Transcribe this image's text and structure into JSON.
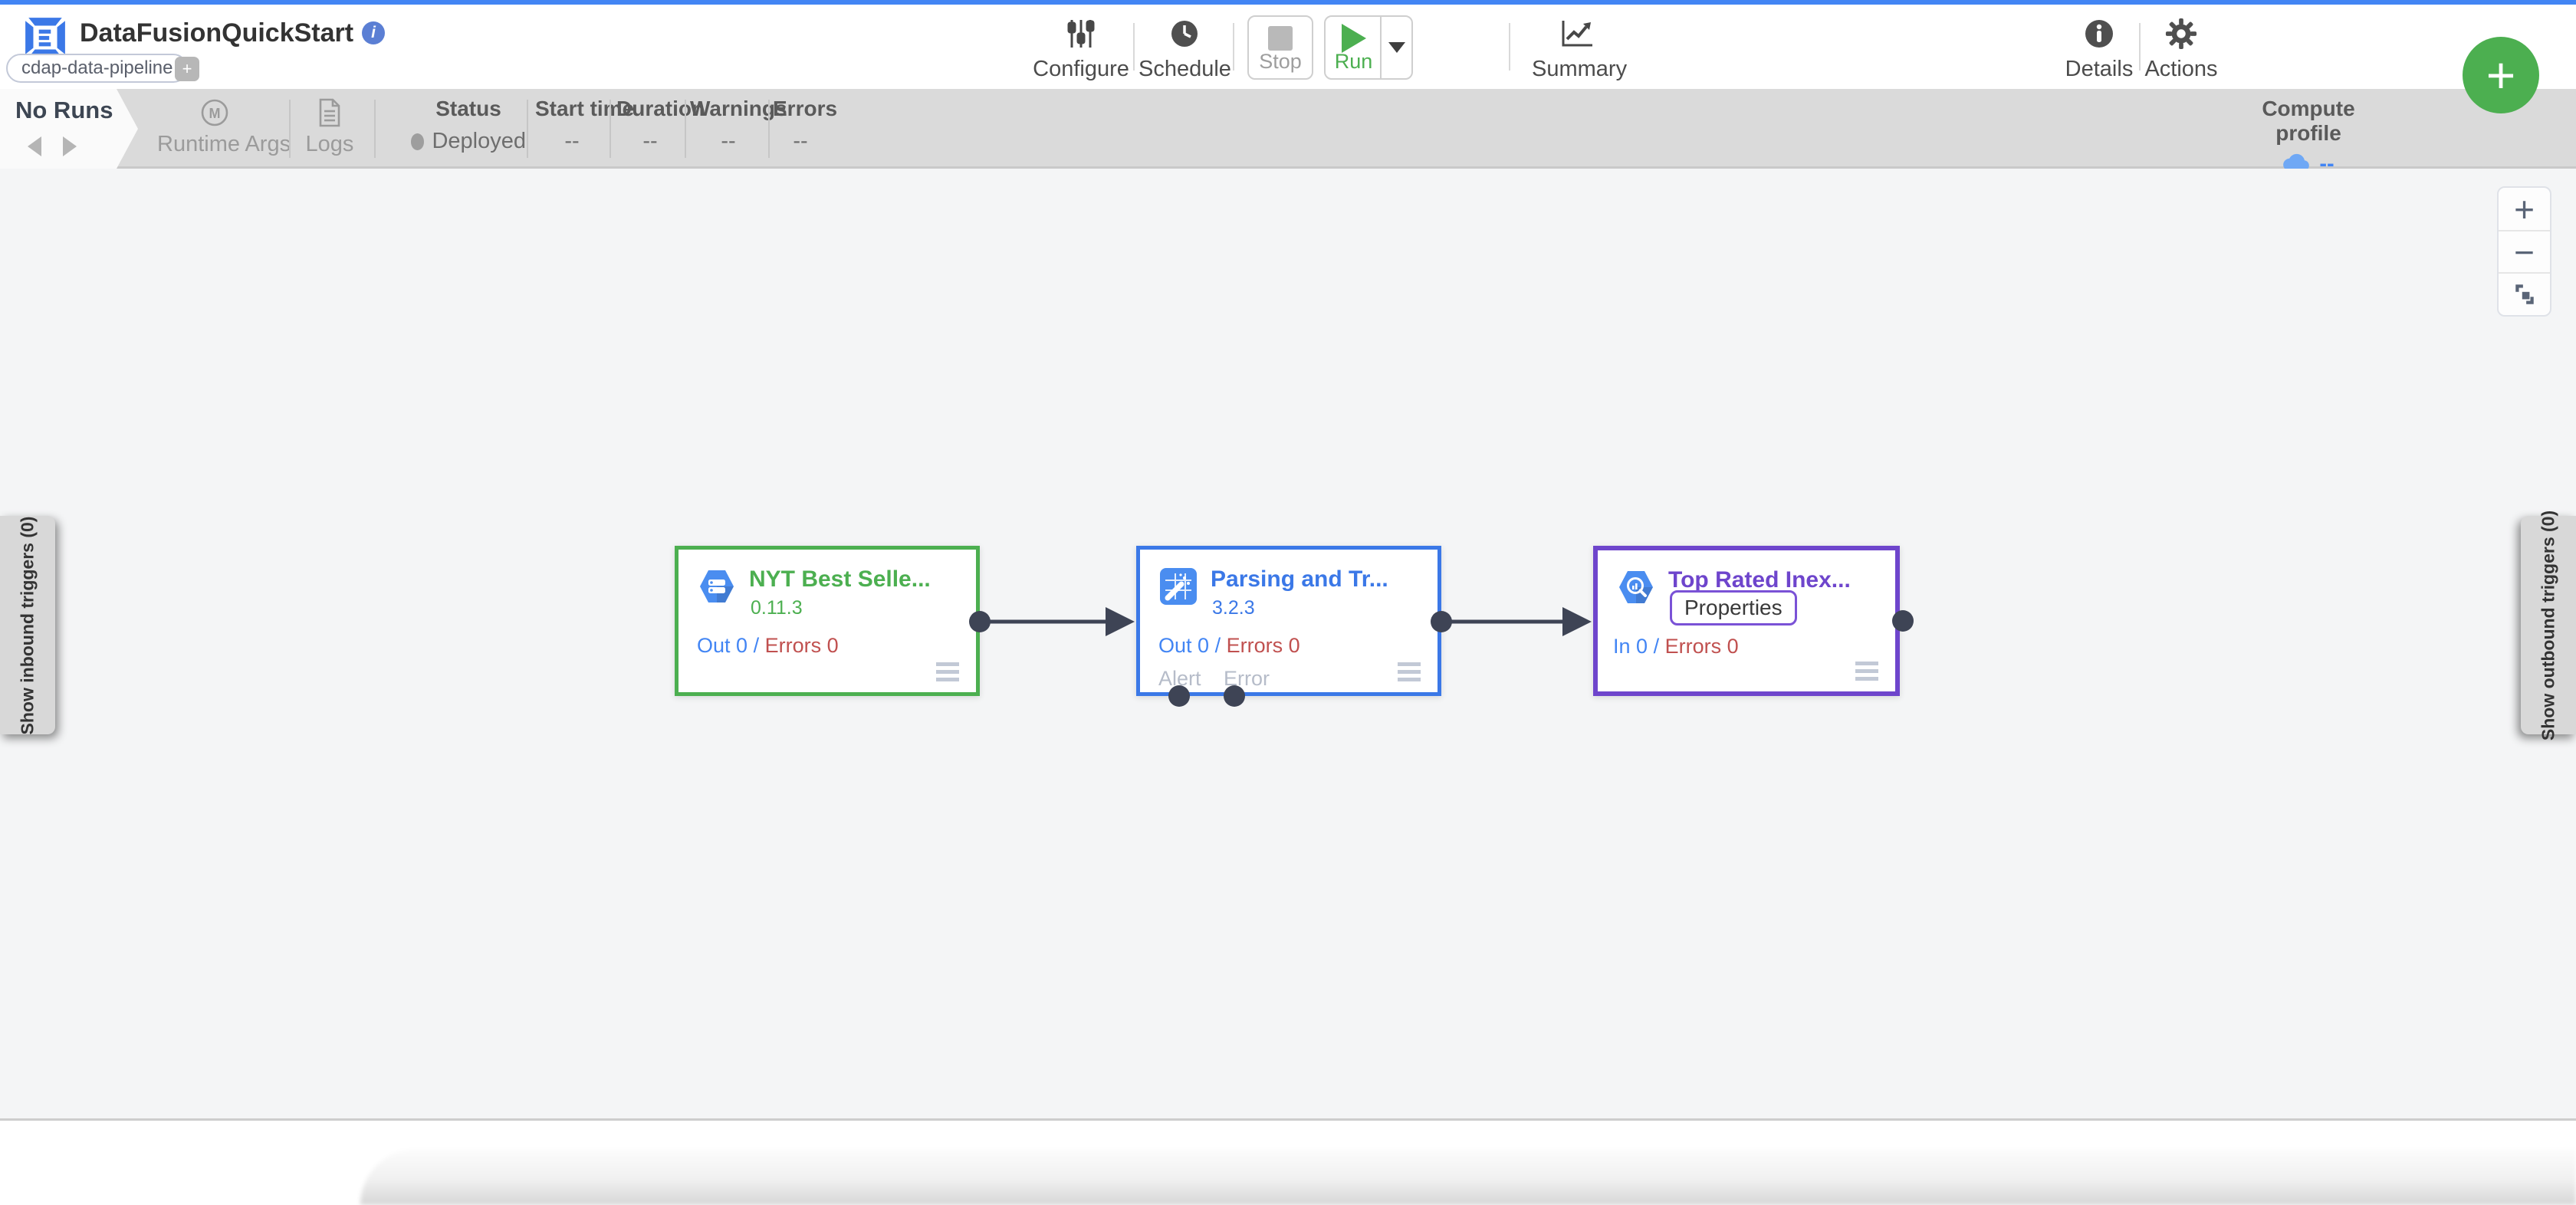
{
  "header": {
    "title": "DataFusionQuickStart",
    "tag": "cdap-data-pipeline",
    "add_tag_label": "+",
    "configure_label": "Configure",
    "schedule_label": "Schedule",
    "stop_label": "Stop",
    "run_label": "Run",
    "summary_label": "Summary",
    "details_label": "Details",
    "actions_label": "Actions",
    "fab_label": "+"
  },
  "run_bar": {
    "no_runs_label": "No Runs",
    "runtime_args_label": "Runtime Args",
    "logs_label": "Logs",
    "columns": [
      {
        "label": "Status",
        "value": "Deployed"
      },
      {
        "label": "Start time",
        "value": "--"
      },
      {
        "label": "Duration",
        "value": "--"
      },
      {
        "label": "Warnings",
        "value": "--"
      },
      {
        "label": "Errors",
        "value": "--"
      }
    ],
    "compute_profile": {
      "label": "Compute profile",
      "value": "--"
    }
  },
  "canvas": {
    "left_tab_label": "Show inbound triggers (0)",
    "right_tab_label": "Show outbound triggers (0)",
    "zoom_in_label": "+",
    "zoom_out_label": "−",
    "nodes": [
      {
        "name": "NYT Best Selle...",
        "version": "0.11.3",
        "metric_left": "Out 0",
        "metric_sep": "/",
        "metric_right": "Errors 0",
        "color": "#4caf50",
        "icon": "gcs-source-hexagon"
      },
      {
        "name": "Parsing and Tr...",
        "version": "3.2.3",
        "metric_left": "Out 0",
        "metric_sep": "/",
        "metric_right": "Errors 0",
        "color": "#3b78e7",
        "icon": "wrangler-transform",
        "bottom_ports": [
          "Alert",
          "Error"
        ]
      },
      {
        "name": "Top Rated Inex...",
        "properties_label": "Properties",
        "metric_left": "In 0",
        "metric_sep": "/",
        "metric_right": "Errors 0",
        "color": "#6e45cc",
        "icon": "bigquery-sink-hexagon"
      }
    ]
  },
  "colors": {
    "topbar_blue": "#4285f4",
    "run_green": "#4caf50",
    "fab_green": "#4caf50",
    "metric_blue": "#4285f4",
    "error_red": "#c0504f",
    "node_source_green": "#4caf50",
    "node_transform_blue": "#3b78e7",
    "node_sink_purple": "#6e45cc",
    "port_dark": "#3e4455",
    "cloud_blue": "#6fa8f5"
  }
}
